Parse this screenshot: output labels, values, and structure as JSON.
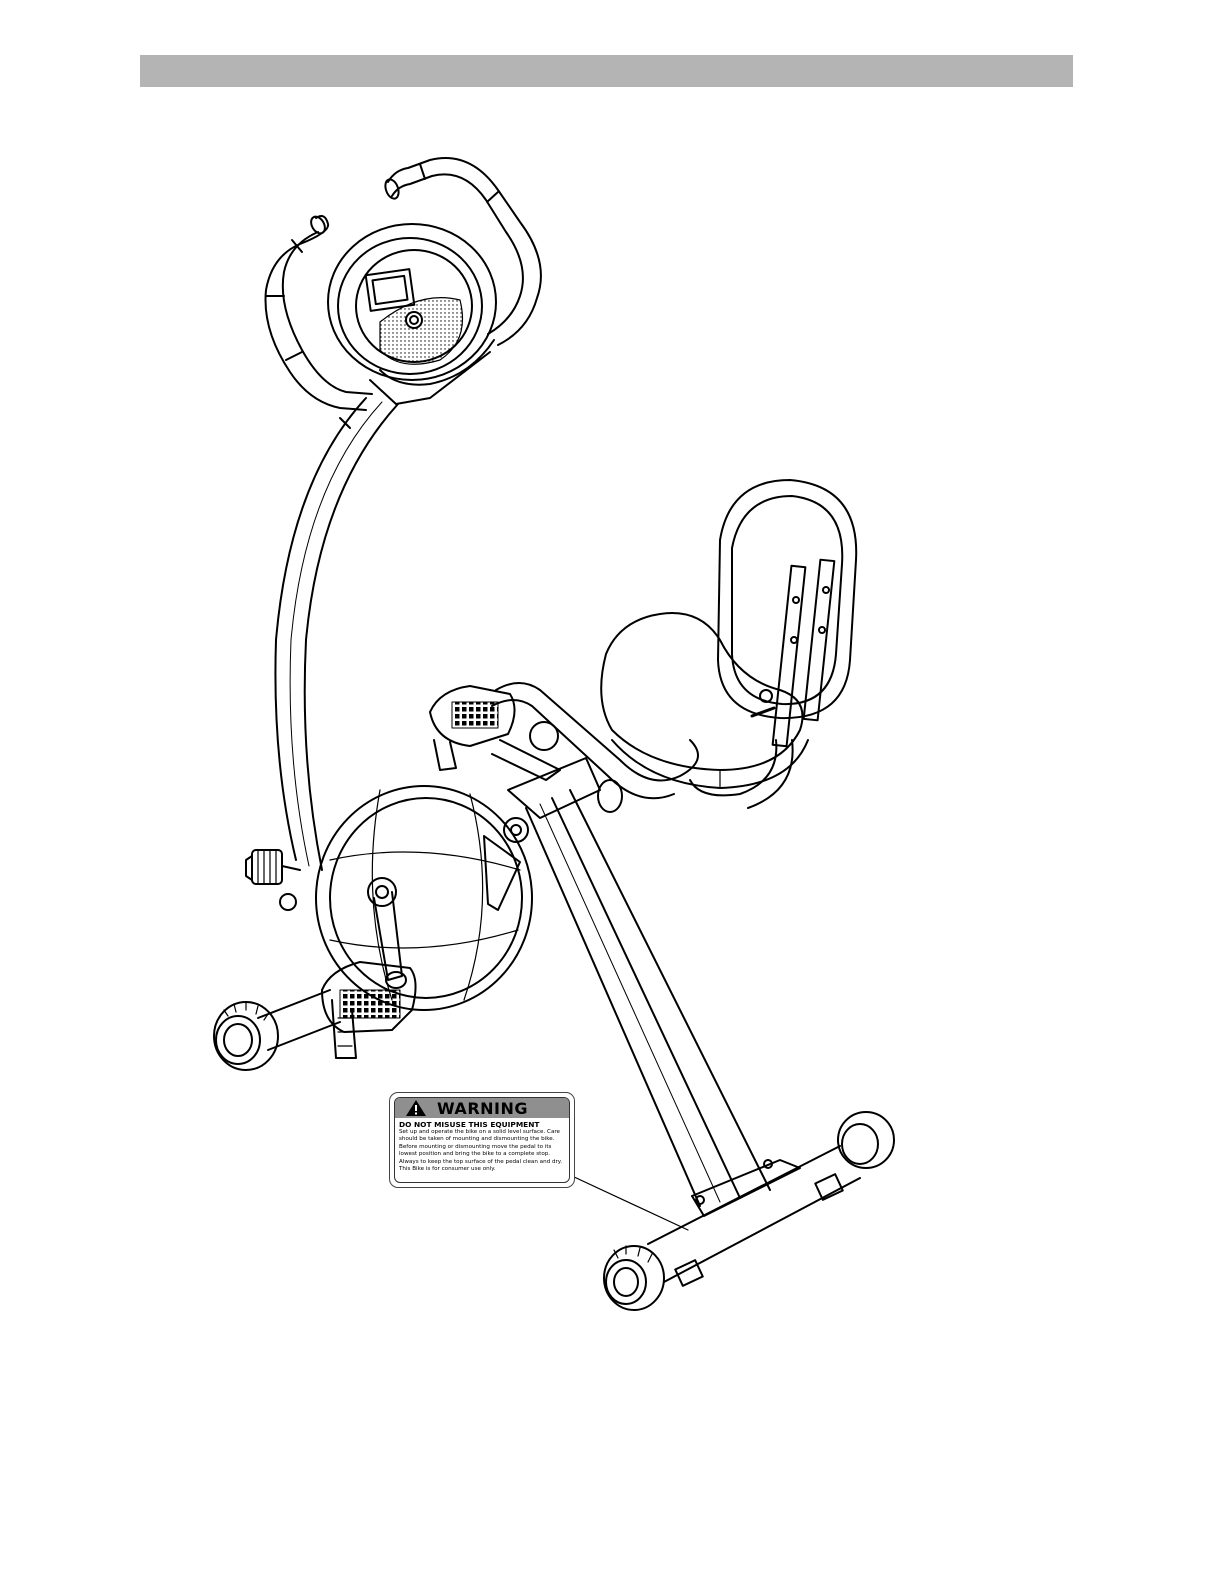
{
  "header_bar": {
    "color": "#b4b4b4"
  },
  "illustration": {
    "subject": "recumbent-exercise-bike-line-drawing",
    "stroke_color": "#000000"
  },
  "warning_label": {
    "icon": "warning-triangle-icon",
    "heading": "WARNING",
    "subheading": "DO NOT MISUSE THIS EQUIPMENT",
    "body": "Set up and operate the bike on a solid level surface. Care should be taken of mounting and dismounting the bike. Before mounting or dismounting move the pedal to its lowest position and bring the bike to a complete stop. Always to keep the top surface of the pedal clean and dry. This Bike is for consumer use only.",
    "header_color": "#8f8f8f"
  }
}
